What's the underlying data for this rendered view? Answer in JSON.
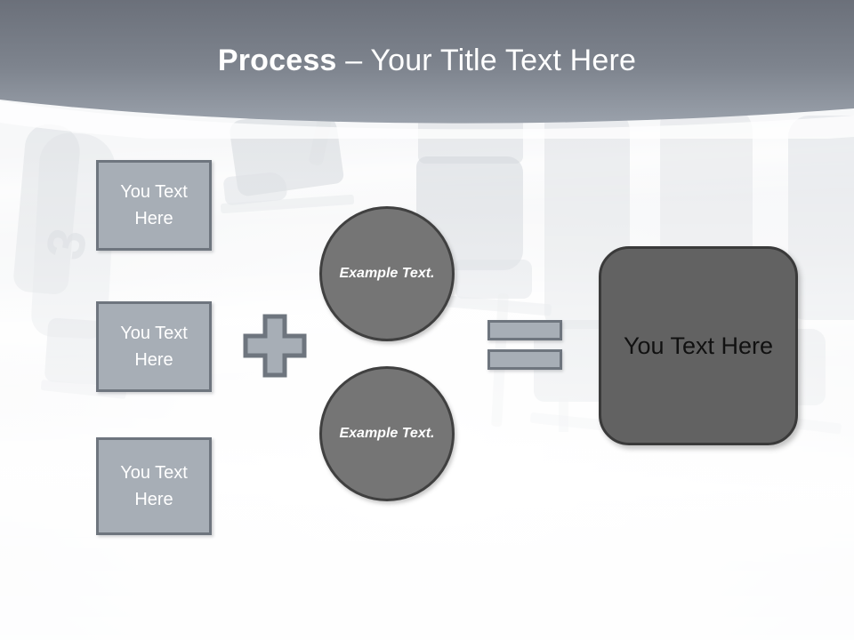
{
  "slide": {
    "header": {
      "title_bold": "Process",
      "title_rest": " – Your Title Text Here",
      "band_color_top": "#6b707a",
      "band_color_bottom": "#9aa1ab"
    },
    "background": {
      "description": "ice-skates-photo",
      "tint": "#f6f7f8"
    },
    "input_boxes": [
      {
        "name": "input-box-1",
        "line1": "You Text",
        "line2": "Here"
      },
      {
        "name": "input-box-2",
        "line1": "You Text",
        "line2": "Here"
      },
      {
        "name": "input-box-3",
        "line1": "You Text",
        "line2": "Here"
      }
    ],
    "operator_plus": {
      "icon": "plus-icon",
      "fill": "#a7aeb6",
      "stroke": "#6e757e"
    },
    "circles": [
      {
        "name": "example-circle-top",
        "line1": "Example",
        "line2": "Text."
      },
      {
        "name": "example-circle-bottom",
        "line1": "Example",
        "line2": "Text."
      }
    ],
    "operator_equals": {
      "icon": "equals-icon",
      "fill": "#a7aeb6",
      "stroke": "#6e757e"
    },
    "result": {
      "name": "result-box",
      "label": "You Text Here",
      "fill": "#626262",
      "stroke": "#3a3a3a"
    },
    "palette": {
      "box_fill": "#a7aeb6",
      "box_stroke": "#6e757e",
      "circle_fill": "#757575",
      "circle_stroke": "#404040",
      "text_light": "#ffffff",
      "text_dark": "#111111"
    }
  }
}
